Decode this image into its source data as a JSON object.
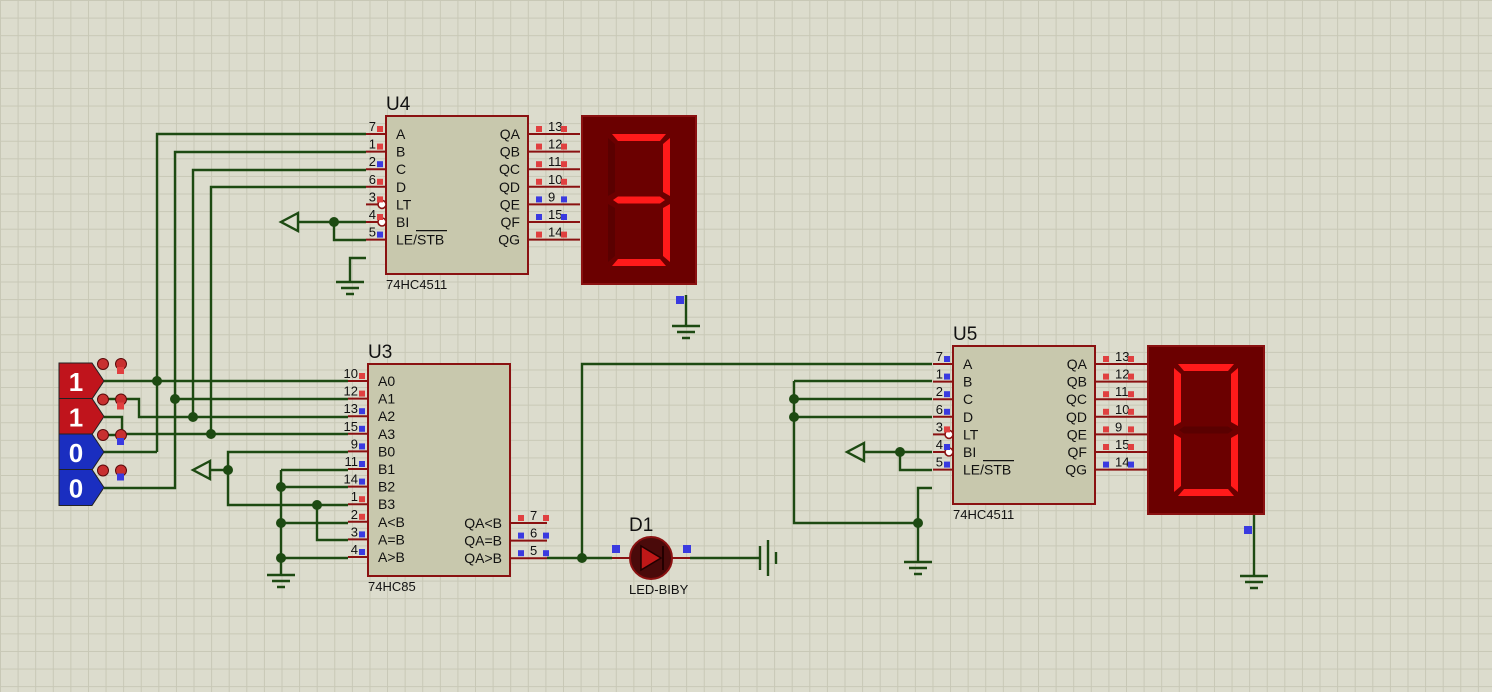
{
  "chips": {
    "u4": {
      "ref": "U4",
      "part": "74HC4511",
      "left_pins": [
        {
          "num": "7",
          "name": "A"
        },
        {
          "num": "1",
          "name": "B"
        },
        {
          "num": "2",
          "name": "C"
        },
        {
          "num": "6",
          "name": "D"
        },
        {
          "num": "3",
          "name": "LT"
        },
        {
          "num": "4",
          "name": "BI"
        },
        {
          "num": "5",
          "name": "LE/STB"
        }
      ],
      "right_pins": [
        {
          "num": "13",
          "name": "QA"
        },
        {
          "num": "12",
          "name": "QB"
        },
        {
          "num": "11",
          "name": "QC"
        },
        {
          "num": "10",
          "name": "QD"
        },
        {
          "num": "9",
          "name": "QE"
        },
        {
          "num": "15",
          "name": "QF"
        },
        {
          "num": "14",
          "name": "QG"
        }
      ]
    },
    "u5": {
      "ref": "U5",
      "part": "74HC4511",
      "left_pins": [
        {
          "num": "7",
          "name": "A"
        },
        {
          "num": "1",
          "name": "B"
        },
        {
          "num": "2",
          "name": "C"
        },
        {
          "num": "6",
          "name": "D"
        },
        {
          "num": "3",
          "name": "LT"
        },
        {
          "num": "4",
          "name": "BI"
        },
        {
          "num": "5",
          "name": "LE/STB"
        }
      ],
      "right_pins": [
        {
          "num": "13",
          "name": "QA"
        },
        {
          "num": "12",
          "name": "QB"
        },
        {
          "num": "11",
          "name": "QC"
        },
        {
          "num": "10",
          "name": "QD"
        },
        {
          "num": "9",
          "name": "QE"
        },
        {
          "num": "15",
          "name": "QF"
        },
        {
          "num": "14",
          "name": "QG"
        }
      ]
    },
    "u3": {
      "ref": "U3",
      "part": "74HC85",
      "left_pins": [
        {
          "num": "10",
          "name": "A0"
        },
        {
          "num": "12",
          "name": "A1"
        },
        {
          "num": "13",
          "name": "A2"
        },
        {
          "num": "15",
          "name": "A3"
        },
        {
          "num": "9",
          "name": "B0"
        },
        {
          "num": "11",
          "name": "B1"
        },
        {
          "num": "14",
          "name": "B2"
        },
        {
          "num": "1",
          "name": "B3"
        },
        {
          "num": "2",
          "name": "A<B"
        },
        {
          "num": "3",
          "name": "A=B"
        },
        {
          "num": "4",
          "name": "A>B"
        }
      ],
      "right_pins": [
        {
          "num": "7",
          "name": "QA<B"
        },
        {
          "num": "6",
          "name": "QA=B"
        },
        {
          "num": "5",
          "name": "QA>B"
        }
      ]
    }
  },
  "logic_states": [
    "1",
    "1",
    "0",
    "0"
  ],
  "led": {
    "ref": "D1",
    "part": "LED-BIBY"
  },
  "displays": {
    "left_digit_segments": {
      "a": 1,
      "b": 1,
      "c": 1,
      "d": 1,
      "e": 0,
      "f": 0,
      "g": 1
    },
    "right_digit_segments": {
      "a": 1,
      "b": 1,
      "c": 1,
      "d": 1,
      "e": 1,
      "f": 1,
      "g": 0
    }
  },
  "colors": {
    "background": "#dcdccd",
    "wire": "#1d4a12",
    "pin": "#8a1111",
    "chip_body": "#c8c8ad",
    "segment_on": "#ff1a1a",
    "segment_off": "#5a0000",
    "display_body": "#6b0000",
    "state_high": "#c0141c",
    "state_low": "#1a2ec0"
  }
}
